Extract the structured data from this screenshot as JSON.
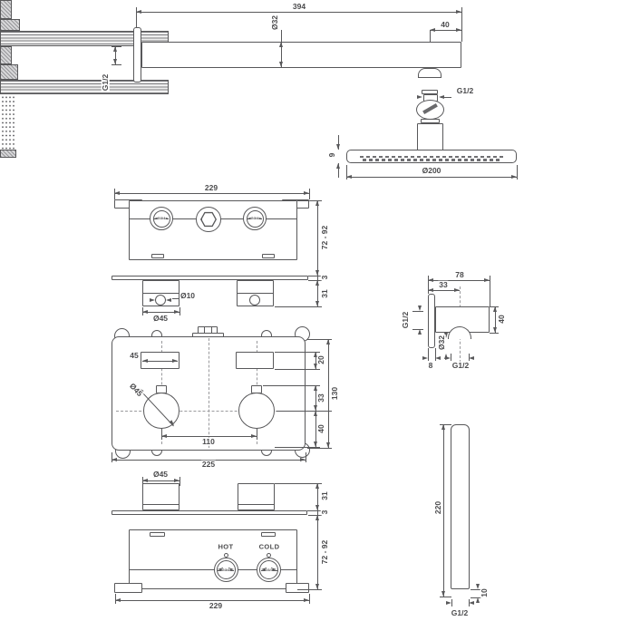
{
  "palette": {
    "background": "#ffffff",
    "line": "#58585a",
    "text": "#4b4b4d"
  },
  "shower_arm": {
    "length": "394",
    "head_offset": "40",
    "tube_diameter": "Ø32",
    "wall_thread": "G1/2",
    "head_thread": "G1/2"
  },
  "shower_head": {
    "diameter": "Ø200",
    "edge_height": "9"
  },
  "valve_top_view": {
    "width": "229",
    "depth_range": "72 - 92",
    "plate_thickness": "3",
    "spigot_length": "31",
    "pin_hole": "Ø10",
    "spigot_diameter": "Ø45",
    "left_port": "G3/4",
    "right_port": "G3/4"
  },
  "valve_front_view": {
    "width": "225",
    "height": "130",
    "slot_width": "45",
    "slot_height": "20",
    "knob_diameter": "Ø45",
    "knob_spacing": "110",
    "stem_to_center": "33",
    "center_to_bottom": "40"
  },
  "wall_outlet": {
    "depth": "78",
    "flange_to_center": "33",
    "height": "40",
    "flange_thickness": "8",
    "outlet_diameter": "Ø32",
    "wall_thread": "G1/2",
    "outlet_thread": "G1/2"
  },
  "valve_bottom_view": {
    "width": "229",
    "spigot_diameter": "Ø45",
    "spigot_length": "31",
    "plate_thickness": "3",
    "depth_range": "72 - 92",
    "hot_label": "HOT",
    "cold_label": "COLD",
    "left_port": "G3/4",
    "right_port": "G3/4"
  },
  "hand_shower": {
    "length": "220",
    "connector_height": "10",
    "thread": "G1/2"
  }
}
